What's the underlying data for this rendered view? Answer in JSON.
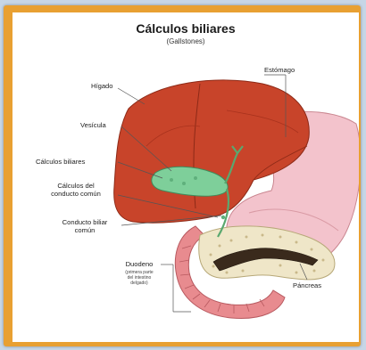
{
  "title": "Cálculos biliares",
  "subtitle": "(Gallstones)",
  "labels": {
    "liver": "Hígado",
    "stomach": "Estómago",
    "gallbladder": "Vesícula",
    "gallstones": "Cálculos biliares",
    "duct_stones_1": "Cálculos del",
    "duct_stones_2": "conducto común",
    "bile_duct_1": "Conducto biliar",
    "bile_duct_2": "común",
    "duodenum": "Duodeno",
    "duodenum_note_1": "(primera parte",
    "duodenum_note_2": "del intestino",
    "duodenum_note_3": "delgado)",
    "pancreas": "Páncreas"
  },
  "colors": {
    "frame": "#e8a032",
    "liver": "#c8442a",
    "liver_shadow": "#a8321d",
    "stomach": "#f3c3cc",
    "gallbladder": "#7ecf9a",
    "pancreas": "#efe6c8",
    "duodenum": "#e88b8f"
  }
}
